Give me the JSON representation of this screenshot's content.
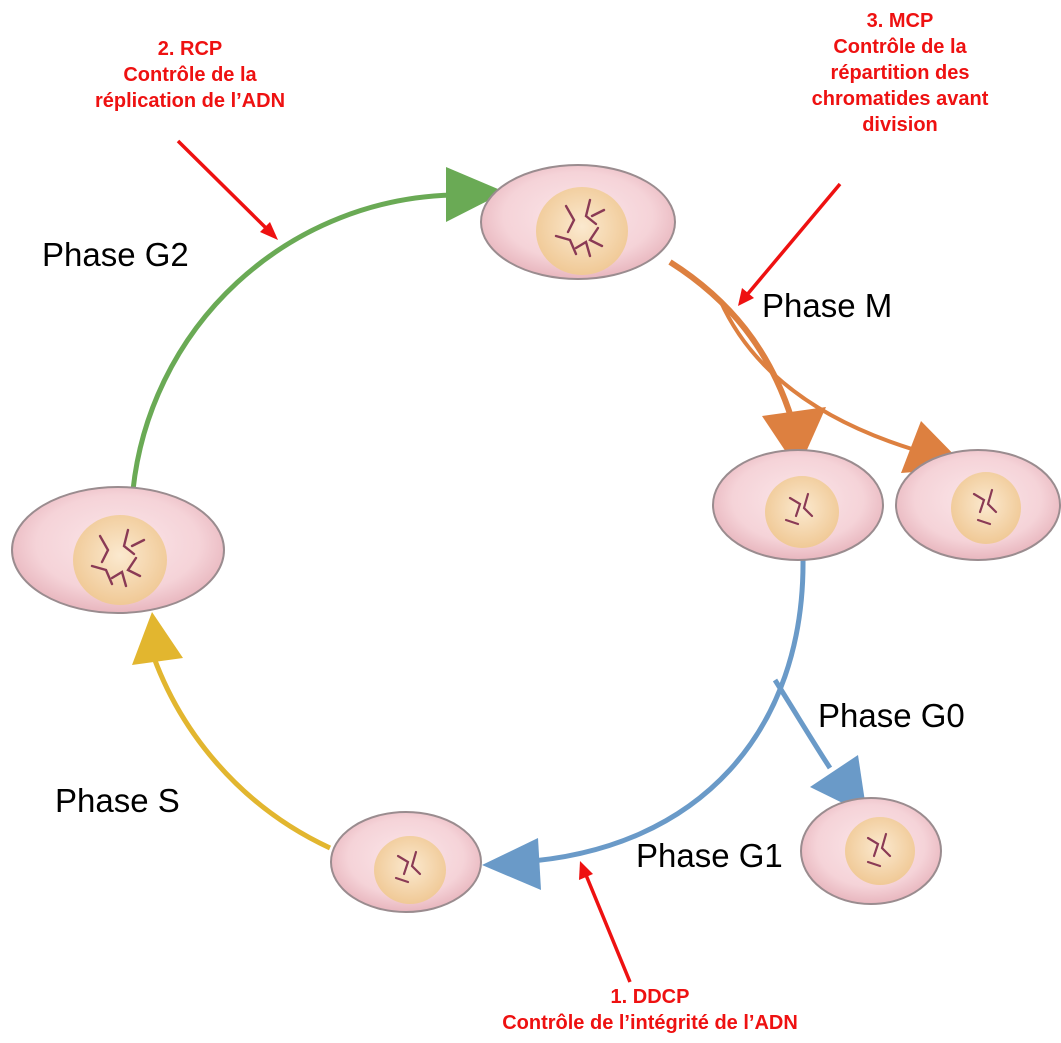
{
  "phases": {
    "g2": "Phase G2",
    "m": "Phase M",
    "g0": "Phase G0",
    "s": "Phase S",
    "g1": "Phase G1"
  },
  "checkpoints": {
    "rcp": {
      "title": "2. RCP",
      "lines": [
        "Contrôle de la",
        "réplication de l’ADN"
      ]
    },
    "mcp": {
      "title": "3. MCP",
      "lines": [
        "Contrôle de la",
        "répartition des",
        "chromatides avant",
        "division"
      ]
    },
    "ddcp": {
      "title": "1. DDCP",
      "lines": [
        "Contrôle de l’intégrité de l’ADN"
      ]
    }
  },
  "colors": {
    "g2_arrow": "#6aaa55",
    "m_arrow": "#dd8040",
    "g1_arrow": "#6a9ac8",
    "s_arrow": "#e2b62f",
    "checkpoint_arrow": "#ee1111",
    "cell_fill": "#f5d4d9",
    "nucleus_fill": "#f6dcb4",
    "chromosome": "#8a3a55"
  }
}
